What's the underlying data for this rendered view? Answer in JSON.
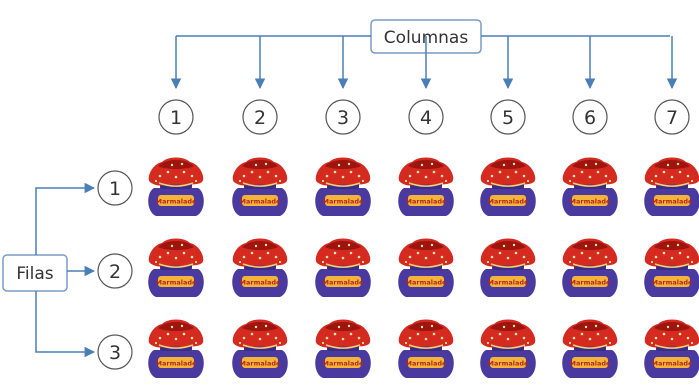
{
  "diagram": {
    "columns_label": "Columnas",
    "rows_label": "Filas",
    "column_numbers": [
      "1",
      "2",
      "3",
      "4",
      "5",
      "6",
      "7"
    ],
    "row_numbers": [
      "1",
      "2",
      "3"
    ],
    "jar_label": "Marmalade"
  },
  "colors": {
    "arrow": "#4a7fb5",
    "box_border": "#7a9cc6",
    "circle_border": "#555555",
    "lid_red": "#d42a20",
    "lid_dark": "#9e1510",
    "lid_dot": "#f7e6a8",
    "jar_purple": "#4a3aa0",
    "jar_label_bg": "#f4b43a",
    "jar_label_text": "#b3261e"
  },
  "icons": {
    "jar": "marmalade-jar-icon"
  }
}
